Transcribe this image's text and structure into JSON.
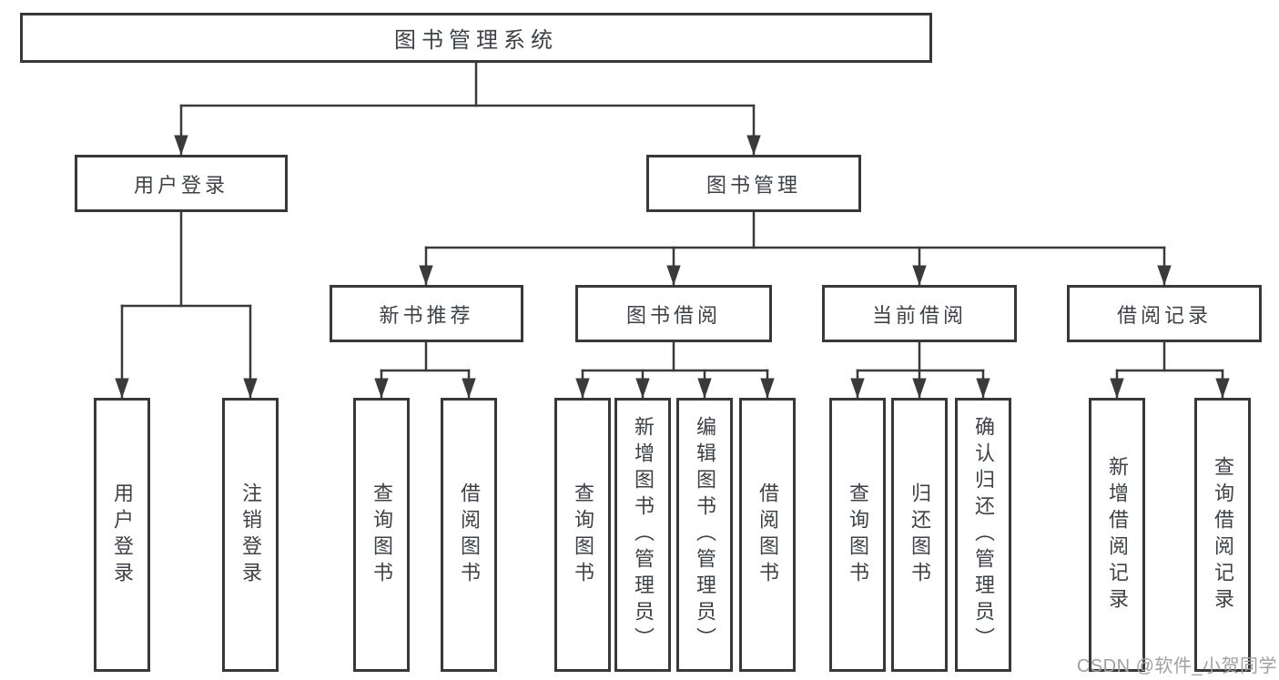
{
  "colors": {
    "line": "#3a3a3a",
    "box_border": "#383838",
    "text": "#3d4247",
    "background": "#ffffff",
    "watermark": "#a0a0a0"
  },
  "tree": {
    "root": "图书管理系统",
    "branches": [
      {
        "label": "用户登录",
        "children": [
          "用户登录",
          "注销登录"
        ]
      },
      {
        "label": "图书管理",
        "groups": [
          {
            "label": "新书推荐",
            "children": [
              "查询图书",
              "借阅图书"
            ]
          },
          {
            "label": "图书借阅",
            "children": [
              "查询图书",
              "新增图书（管理员）",
              "编辑图书（管理员）",
              "借阅图书"
            ]
          },
          {
            "label": "当前借阅",
            "children": [
              "查询图书",
              "归还图书",
              "确认归还（管理员）"
            ]
          },
          {
            "label": "借阅记录",
            "children": [
              "新增借阅记录",
              "查询借阅记录"
            ]
          }
        ]
      }
    ]
  },
  "watermark": {
    "text": "CSDN @软件_小贺同学"
  }
}
